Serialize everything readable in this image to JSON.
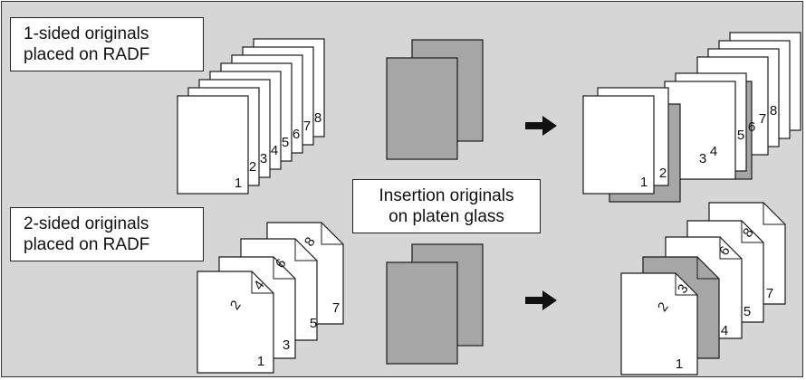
{
  "labels": {
    "one_sided": [
      "1-sided originals",
      "placed on RADF"
    ],
    "two_sided": [
      "2-sided originals",
      "placed on RADF"
    ],
    "insertion": [
      "Insertion originals",
      "on platen glass"
    ]
  },
  "pages": [
    "1",
    "2",
    "3",
    "4",
    "5",
    "6",
    "7",
    "8"
  ],
  "colors": {
    "panel": "#d6d6d6",
    "sheet": "#ffffff",
    "insert_sheet": "#a6a6a6",
    "stroke": "#1a1a1a"
  },
  "icons": [
    "arrow-right-icon"
  ]
}
